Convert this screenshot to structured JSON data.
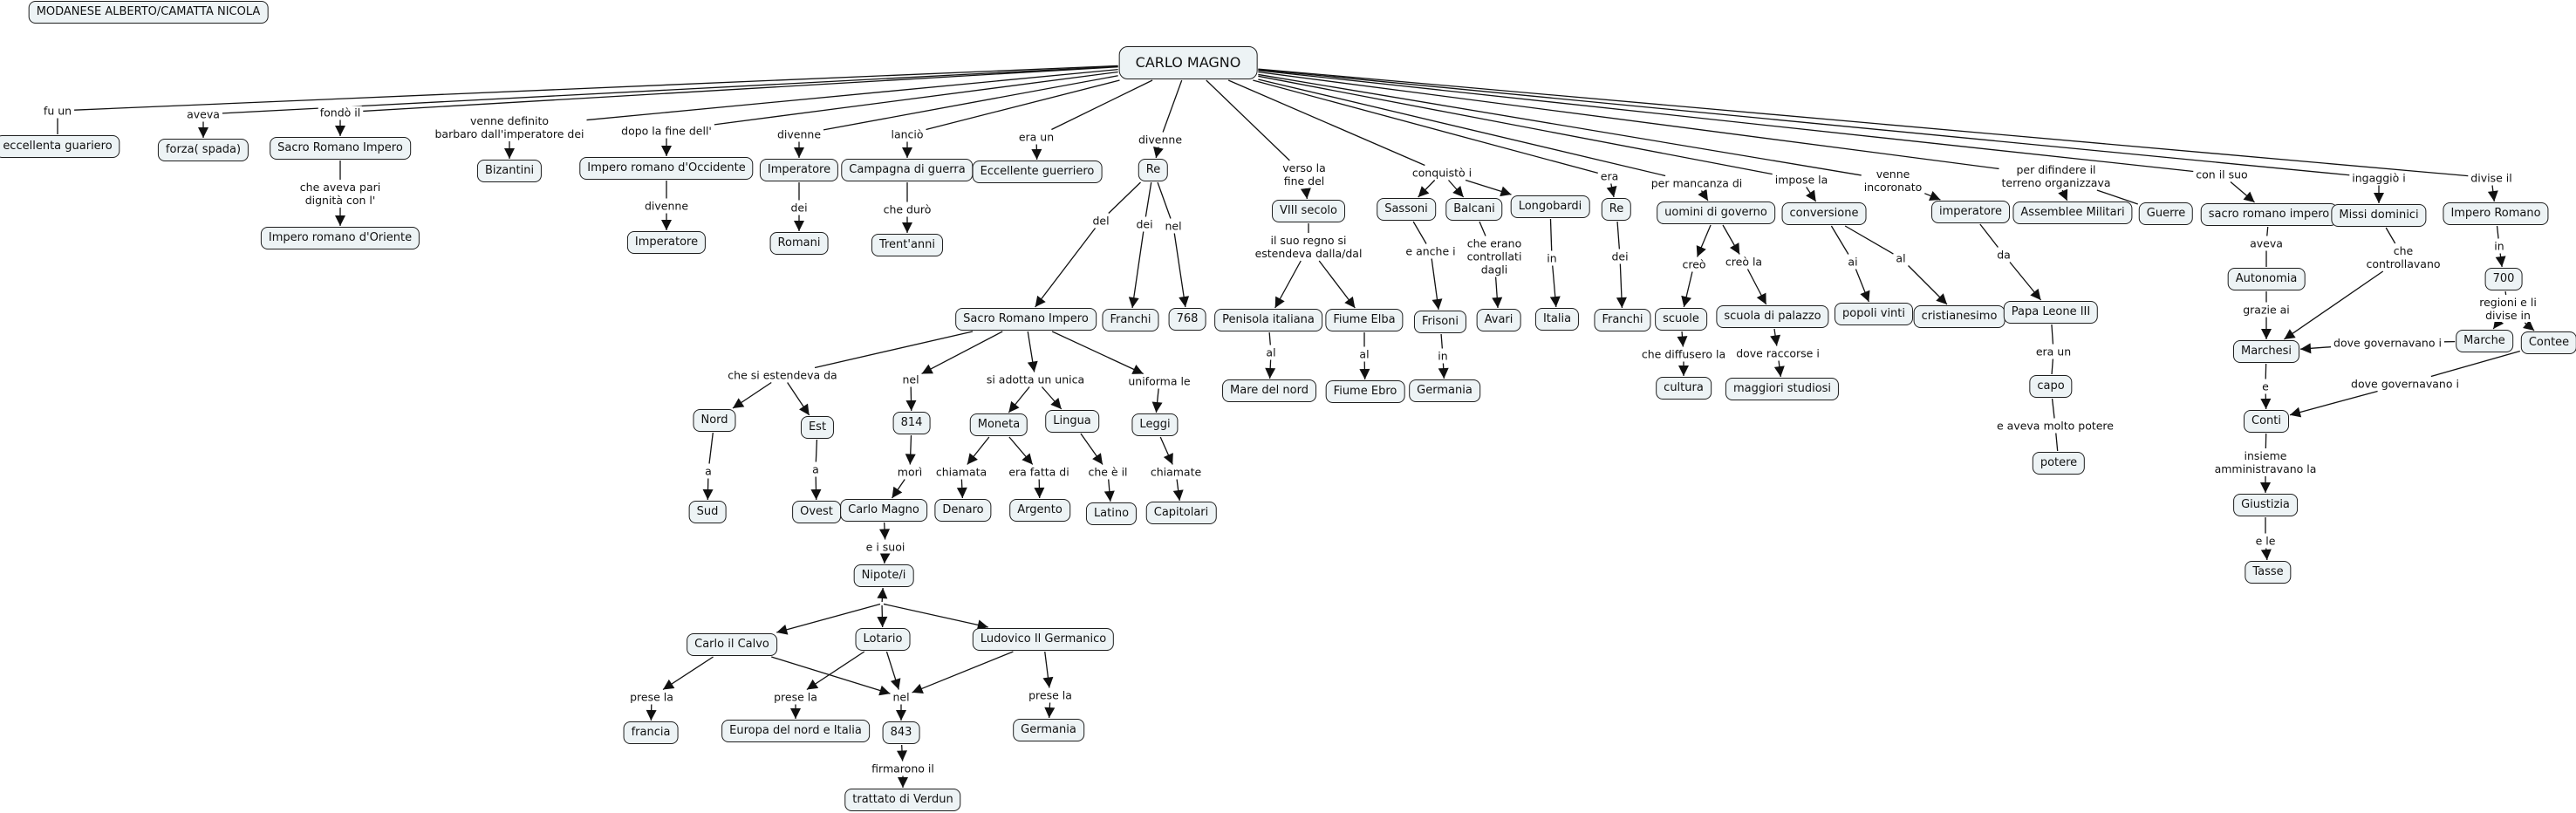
{
  "map": {
    "concepts": [
      {
        "id": "title",
        "label": "MODANESE ALBERTO/CAMATTA NICOLA"
      },
      {
        "id": "cm",
        "label": "CARLO MAGNO"
      },
      {
        "id": "c_eg",
        "label": "eccellenta guariero"
      },
      {
        "id": "c_fs",
        "label": "forza( spada)"
      },
      {
        "id": "c_sri",
        "label": "Sacro Romano Impero"
      },
      {
        "id": "c_iro",
        "label": "Impero romano d'Oriente"
      },
      {
        "id": "c_biz",
        "label": "Bizantini"
      },
      {
        "id": "c_irocc",
        "label": "Impero romano d'Occidente"
      },
      {
        "id": "c_imp1",
        "label": "Imperatore"
      },
      {
        "id": "c_imp2",
        "label": "Imperatore"
      },
      {
        "id": "c_rom",
        "label": "Romani"
      },
      {
        "id": "c_cdg",
        "label": "Campagna di guerra"
      },
      {
        "id": "c_ta",
        "label": "Trent'anni"
      },
      {
        "id": "c_eg2",
        "label": "Eccellente guerriero"
      },
      {
        "id": "c_re",
        "label": "Re"
      },
      {
        "id": "c_sri2",
        "label": "Sacro Romano Impero"
      },
      {
        "id": "c_fr",
        "label": "Franchi"
      },
      {
        "id": "c_768",
        "label": "768"
      },
      {
        "id": "c_nord",
        "label": "Nord"
      },
      {
        "id": "c_est",
        "label": "Est"
      },
      {
        "id": "c_sud",
        "label": "Sud"
      },
      {
        "id": "c_ovest",
        "label": "Ovest"
      },
      {
        "id": "c_814",
        "label": "814"
      },
      {
        "id": "c_cm2",
        "label": "Carlo Magno"
      },
      {
        "id": "c_nip",
        "label": "Nipote/i"
      },
      {
        "id": "c_ccal",
        "label": "Carlo il Calvo"
      },
      {
        "id": "c_lot",
        "label": "Lotario"
      },
      {
        "id": "c_lud",
        "label": "Ludovico Il Germanico"
      },
      {
        "id": "c_fra",
        "label": "francia"
      },
      {
        "id": "c_eur",
        "label": "Europa del nord e Italia"
      },
      {
        "id": "c_843",
        "label": "843"
      },
      {
        "id": "c_ger2",
        "label": "Germania"
      },
      {
        "id": "c_ver",
        "label": "trattato di Verdun"
      },
      {
        "id": "c_mon",
        "label": "Moneta"
      },
      {
        "id": "c_lin",
        "label": "Lingua"
      },
      {
        "id": "c_leg",
        "label": "Leggi"
      },
      {
        "id": "c_den",
        "label": "Denaro"
      },
      {
        "id": "c_arg",
        "label": "Argento"
      },
      {
        "id": "c_lat",
        "label": "Latino"
      },
      {
        "id": "c_cap",
        "label": "Capitolari"
      },
      {
        "id": "c_viii",
        "label": "VIII secolo"
      },
      {
        "id": "c_pen",
        "label": "Penisola italiana"
      },
      {
        "id": "c_elba",
        "label": "Fiume Elba"
      },
      {
        "id": "c_mdn",
        "label": "Mare del nord"
      },
      {
        "id": "c_ebro",
        "label": "Fiume Ebro"
      },
      {
        "id": "c_sas",
        "label": "Sassoni"
      },
      {
        "id": "c_bal",
        "label": "Balcani"
      },
      {
        "id": "c_lon",
        "label": "Longobardi"
      },
      {
        "id": "c_fri",
        "label": "Frisoni"
      },
      {
        "id": "c_ger",
        "label": "Germania"
      },
      {
        "id": "c_ava",
        "label": "Avari"
      },
      {
        "id": "c_ita",
        "label": "Italia"
      },
      {
        "id": "c_re2",
        "label": "Re"
      },
      {
        "id": "c_fr2",
        "label": "Franchi"
      },
      {
        "id": "c_udg",
        "label": "uomini di governo"
      },
      {
        "id": "c_scu",
        "label": "scuole"
      },
      {
        "id": "c_cul",
        "label": "cultura"
      },
      {
        "id": "c_sdp",
        "label": "scuola di palazzo"
      },
      {
        "id": "c_ms",
        "label": "maggiori studiosi"
      },
      {
        "id": "c_conv",
        "label": "conversione"
      },
      {
        "id": "c_pv",
        "label": "popoli vinti"
      },
      {
        "id": "c_cri",
        "label": "cristianesimo"
      },
      {
        "id": "c_imp3",
        "label": "imperatore"
      },
      {
        "id": "c_pl",
        "label": "Papa Leone III"
      },
      {
        "id": "c_capo",
        "label": "capo"
      },
      {
        "id": "c_pot",
        "label": "potere"
      },
      {
        "id": "c_am",
        "label": "Assemblee Militari"
      },
      {
        "id": "c_gue",
        "label": "Guerre"
      },
      {
        "id": "c_sri3",
        "label": "sacro romano impero"
      },
      {
        "id": "c_aut",
        "label": "Autonomia"
      },
      {
        "id": "c_mar",
        "label": "Marchesi"
      },
      {
        "id": "c_con",
        "label": "Conti"
      },
      {
        "id": "c_giu",
        "label": "Giustizia"
      },
      {
        "id": "c_tas",
        "label": "Tasse"
      },
      {
        "id": "c_md",
        "label": "Missi dominici"
      },
      {
        "id": "c_ir",
        "label": "Impero Romano"
      },
      {
        "id": "c_700",
        "label": "700"
      },
      {
        "id": "c_mrc",
        "label": "Marche"
      },
      {
        "id": "c_cnt",
        "label": "Contee"
      }
    ],
    "phrases": [
      {
        "id": "p1",
        "label": "fu un"
      },
      {
        "id": "p2",
        "label": "aveva"
      },
      {
        "id": "p3",
        "label": "fondò il"
      },
      {
        "id": "p4",
        "label": "che aveva pari\ndignità con l'"
      },
      {
        "id": "p5",
        "label": "venne definito\nbarbaro dall'imperatore dei"
      },
      {
        "id": "p6",
        "label": "dopo la fine dell'"
      },
      {
        "id": "p7",
        "label": "divenne"
      },
      {
        "id": "p8",
        "label": "divenne"
      },
      {
        "id": "p9",
        "label": "dei"
      },
      {
        "id": "p10",
        "label": "lanciò"
      },
      {
        "id": "p11",
        "label": "che durò"
      },
      {
        "id": "p12",
        "label": "era un"
      },
      {
        "id": "p13",
        "label": "divenne"
      },
      {
        "id": "p14",
        "label": "del"
      },
      {
        "id": "p15",
        "label": "dei"
      },
      {
        "id": "p16",
        "label": "nel"
      },
      {
        "id": "p17",
        "label": "che si estendeva da"
      },
      {
        "id": "p18",
        "label": "a"
      },
      {
        "id": "p19",
        "label": "a"
      },
      {
        "id": "p20",
        "label": "nel"
      },
      {
        "id": "p21",
        "label": "morì"
      },
      {
        "id": "p22",
        "label": "e i suoi"
      },
      {
        "id": "p23",
        "label": ""
      },
      {
        "id": "p24",
        "label": "prese la"
      },
      {
        "id": "p25",
        "label": "prese la"
      },
      {
        "id": "p26",
        "label": "nel"
      },
      {
        "id": "p27",
        "label": "prese la"
      },
      {
        "id": "p28",
        "label": "firmarono il"
      },
      {
        "id": "p29",
        "label": "si adotta un unica"
      },
      {
        "id": "p30",
        "label": "chiamata"
      },
      {
        "id": "p31",
        "label": "era fatta di"
      },
      {
        "id": "p32",
        "label": "che è il"
      },
      {
        "id": "p33",
        "label": "uniforma le"
      },
      {
        "id": "p34",
        "label": "chiamate"
      },
      {
        "id": "p35",
        "label": "verso la\nfine del"
      },
      {
        "id": "p36",
        "label": "il suo regno si\nestendeva dalla/dal"
      },
      {
        "id": "p37",
        "label": "al"
      },
      {
        "id": "p38",
        "label": "al"
      },
      {
        "id": "p39",
        "label": "conquistò i"
      },
      {
        "id": "p40",
        "label": "e anche i"
      },
      {
        "id": "p41",
        "label": "in"
      },
      {
        "id": "p42",
        "label": "che erano\ncontrollati\ndagli"
      },
      {
        "id": "p43",
        "label": "in"
      },
      {
        "id": "p44",
        "label": "era"
      },
      {
        "id": "p45",
        "label": "dei"
      },
      {
        "id": "p46",
        "label": "per mancanza di"
      },
      {
        "id": "p47",
        "label": "creò"
      },
      {
        "id": "p48",
        "label": "creò la"
      },
      {
        "id": "p49",
        "label": "che diffusero la"
      },
      {
        "id": "p50",
        "label": "dove raccorse i"
      },
      {
        "id": "p51",
        "label": "impose la"
      },
      {
        "id": "p52",
        "label": "ai"
      },
      {
        "id": "p53",
        "label": "al"
      },
      {
        "id": "p54",
        "label": "venne\nincoronato"
      },
      {
        "id": "p55",
        "label": "da"
      },
      {
        "id": "p56",
        "label": "era un"
      },
      {
        "id": "p57",
        "label": "e aveva molto potere"
      },
      {
        "id": "p58",
        "label": "per difindere il\nterreno organizzava"
      },
      {
        "id": "p59",
        "label": "con il suo"
      },
      {
        "id": "p60",
        "label": "aveva"
      },
      {
        "id": "p61",
        "label": "grazie ai"
      },
      {
        "id": "p62",
        "label": "e"
      },
      {
        "id": "p63",
        "label": "insieme\namministravano la"
      },
      {
        "id": "p64",
        "label": "e le"
      },
      {
        "id": "p65",
        "label": "ingaggiò i"
      },
      {
        "id": "p66",
        "label": "che\ncontrollavano"
      },
      {
        "id": "p67",
        "label": "divise il"
      },
      {
        "id": "p68",
        "label": "in"
      },
      {
        "id": "p69",
        "label": "regioni e li divise in"
      },
      {
        "id": "p70",
        "label": "dove governavano i"
      },
      {
        "id": "p71",
        "label": "dove governavano i"
      }
    ],
    "connections": [
      [
        "cm",
        "p1",
        0
      ],
      [
        "p1",
        "c_eg",
        0
      ],
      [
        "cm",
        "p2",
        0
      ],
      [
        "p2",
        "c_fs",
        1
      ],
      [
        "cm",
        "p3",
        0
      ],
      [
        "p3",
        "c_sri",
        1
      ],
      [
        "c_sri",
        "p4",
        0
      ],
      [
        "p4",
        "c_iro",
        1
      ],
      [
        "cm",
        "p5",
        0
      ],
      [
        "p5",
        "c_biz",
        1
      ],
      [
        "cm",
        "p6",
        0
      ],
      [
        "p6",
        "c_irocc",
        1
      ],
      [
        "c_irocc",
        "p7",
        0
      ],
      [
        "p7",
        "c_imp1",
        1
      ],
      [
        "cm",
        "p8",
        0
      ],
      [
        "p8",
        "c_imp2",
        1
      ],
      [
        "c_imp2",
        "p9",
        0
      ],
      [
        "p9",
        "c_rom",
        1
      ],
      [
        "cm",
        "p10",
        0
      ],
      [
        "p10",
        "c_cdg",
        1
      ],
      [
        "c_cdg",
        "p11",
        0
      ],
      [
        "p11",
        "c_ta",
        1
      ],
      [
        "cm",
        "p12",
        0
      ],
      [
        "p12",
        "c_eg2",
        1
      ],
      [
        "cm",
        "p13",
        0
      ],
      [
        "p13",
        "c_re",
        1
      ],
      [
        "c_re",
        "p14",
        0
      ],
      [
        "p14",
        "c_sri2",
        1
      ],
      [
        "c_re",
        "p15",
        0
      ],
      [
        "p15",
        "c_fr",
        1
      ],
      [
        "c_re",
        "p16",
        0
      ],
      [
        "p16",
        "c_768",
        1
      ],
      [
        "c_sri2",
        "p17",
        0
      ],
      [
        "p17",
        "c_nord",
        1
      ],
      [
        "p17",
        "c_est",
        1
      ],
      [
        "c_nord",
        "p18",
        0
      ],
      [
        "p18",
        "c_sud",
        1
      ],
      [
        "c_est",
        "p19",
        0
      ],
      [
        "p19",
        "c_ovest",
        1
      ],
      [
        "c_sri2",
        "p20",
        1
      ],
      [
        "p20",
        "c_814",
        1
      ],
      [
        "c_814",
        "p21",
        1
      ],
      [
        "p21",
        "c_cm2",
        1
      ],
      [
        "c_cm2",
        "p22",
        1
      ],
      [
        "p22",
        "c_nip",
        1
      ],
      [
        "p23",
        "c_nip",
        1
      ],
      [
        "p23",
        "c_ccal",
        1
      ],
      [
        "p23",
        "c_lot",
        1
      ],
      [
        "p23",
        "c_lud",
        1
      ],
      [
        "c_ccal",
        "p24",
        1
      ],
      [
        "p24",
        "c_fra",
        1
      ],
      [
        "c_lot",
        "p25",
        1
      ],
      [
        "p25",
        "c_eur",
        1
      ],
      [
        "c_ccal",
        "p26",
        1
      ],
      [
        "c_lot",
        "p26",
        1
      ],
      [
        "c_lud",
        "p26",
        1
      ],
      [
        "p26",
        "c_843",
        1
      ],
      [
        "c_843",
        "p28",
        1
      ],
      [
        "p28",
        "c_ver",
        1
      ],
      [
        "c_lud",
        "p27",
        1
      ],
      [
        "p27",
        "c_ger2",
        1
      ],
      [
        "c_sri2",
        "p29",
        1
      ],
      [
        "p29",
        "c_mon",
        1
      ],
      [
        "p29",
        "c_lin",
        1
      ],
      [
        "c_mon",
        "p30",
        1
      ],
      [
        "p30",
        "c_den",
        1
      ],
      [
        "c_mon",
        "p31",
        1
      ],
      [
        "p31",
        "c_arg",
        1
      ],
      [
        "c_lin",
        "p32",
        1
      ],
      [
        "p32",
        "c_lat",
        1
      ],
      [
        "c_sri2",
        "p33",
        1
      ],
      [
        "p33",
        "c_leg",
        1
      ],
      [
        "c_leg",
        "p34",
        1
      ],
      [
        "p34",
        "c_cap",
        1
      ],
      [
        "cm",
        "p35",
        0
      ],
      [
        "p35",
        "c_viii",
        1
      ],
      [
        "c_viii",
        "p36",
        0
      ],
      [
        "p36",
        "c_pen",
        1
      ],
      [
        "p36",
        "c_elba",
        1
      ],
      [
        "c_pen",
        "p37",
        0
      ],
      [
        "p37",
        "c_mdn",
        1
      ],
      [
        "c_elba",
        "p38",
        0
      ],
      [
        "p38",
        "c_ebro",
        1
      ],
      [
        "cm",
        "p39",
        0
      ],
      [
        "p39",
        "c_sas",
        1
      ],
      [
        "p39",
        "c_bal",
        1
      ],
      [
        "p39",
        "c_lon",
        1
      ],
      [
        "c_sas",
        "p40",
        0
      ],
      [
        "p40",
        "c_fri",
        1
      ],
      [
        "c_fri",
        "p41",
        0
      ],
      [
        "p41",
        "c_ger",
        1
      ],
      [
        "c_bal",
        "p42",
        0
      ],
      [
        "p42",
        "c_ava",
        1
      ],
      [
        "c_lon",
        "p43",
        0
      ],
      [
        "p43",
        "c_ita",
        1
      ],
      [
        "cm",
        "p44",
        0
      ],
      [
        "p44",
        "c_re2",
        1
      ],
      [
        "c_re2",
        "p45",
        0
      ],
      [
        "p45",
        "c_fr2",
        1
      ],
      [
        "cm",
        "p46",
        0
      ],
      [
        "p46",
        "c_udg",
        1
      ],
      [
        "c_udg",
        "p47",
        1
      ],
      [
        "p47",
        "c_scu",
        1
      ],
      [
        "c_udg",
        "p48",
        1
      ],
      [
        "p48",
        "c_sdp",
        1
      ],
      [
        "c_scu",
        "p49",
        1
      ],
      [
        "p49",
        "c_cul",
        1
      ],
      [
        "c_sdp",
        "p50",
        1
      ],
      [
        "p50",
        "c_ms",
        1
      ],
      [
        "cm",
        "p51",
        0
      ],
      [
        "p51",
        "c_conv",
        1
      ],
      [
        "c_conv",
        "p52",
        0
      ],
      [
        "p52",
        "c_pv",
        1
      ],
      [
        "c_conv",
        "p53",
        0
      ],
      [
        "p53",
        "c_cri",
        1
      ],
      [
        "cm",
        "p54",
        0
      ],
      [
        "p54",
        "c_imp3",
        1
      ],
      [
        "c_imp3",
        "p55",
        0
      ],
      [
        "p55",
        "c_pl",
        1
      ],
      [
        "c_pl",
        "p56",
        0
      ],
      [
        "p56",
        "c_capo",
        0
      ],
      [
        "c_capo",
        "p57",
        0
      ],
      [
        "p57",
        "c_pot",
        0
      ],
      [
        "cm",
        "p58",
        0
      ],
      [
        "p58",
        "c_am",
        1
      ],
      [
        "c_gue",
        "p58",
        0
      ],
      [
        "cm",
        "p59",
        0
      ],
      [
        "p59",
        "c_sri3",
        1
      ],
      [
        "c_sri3",
        "p60",
        0
      ],
      [
        "p60",
        "c_aut",
        0
      ],
      [
        "c_aut",
        "p61",
        0
      ],
      [
        "p61",
        "c_mar",
        1
      ],
      [
        "c_mar",
        "p62",
        0
      ],
      [
        "p62",
        "c_con",
        1
      ],
      [
        "c_con",
        "p63",
        0
      ],
      [
        "p63",
        "c_giu",
        1
      ],
      [
        "c_giu",
        "p64",
        0
      ],
      [
        "p64",
        "c_tas",
        1
      ],
      [
        "cm",
        "p65",
        0
      ],
      [
        "p65",
        "c_md",
        1
      ],
      [
        "c_md",
        "p66",
        0
      ],
      [
        "p66",
        "c_mar",
        1
      ],
      [
        "cm",
        "p67",
        0
      ],
      [
        "p67",
        "c_ir",
        1
      ],
      [
        "c_ir",
        "p68",
        0
      ],
      [
        "p68",
        "c_700",
        1
      ],
      [
        "c_700",
        "p69",
        0
      ],
      [
        "p69",
        "c_mrc",
        1
      ],
      [
        "p69",
        "c_cnt",
        1
      ],
      [
        "c_mrc",
        "p70",
        0
      ],
      [
        "p70",
        "c_mar",
        1
      ],
      [
        "c_cnt",
        "p71",
        0
      ],
      [
        "p71",
        "c_con",
        1
      ]
    ]
  },
  "colors": {
    "concept_fill": "#edf3f5",
    "border": "#1e1e1e",
    "line": "#111111",
    "background": "#ffffff"
  }
}
